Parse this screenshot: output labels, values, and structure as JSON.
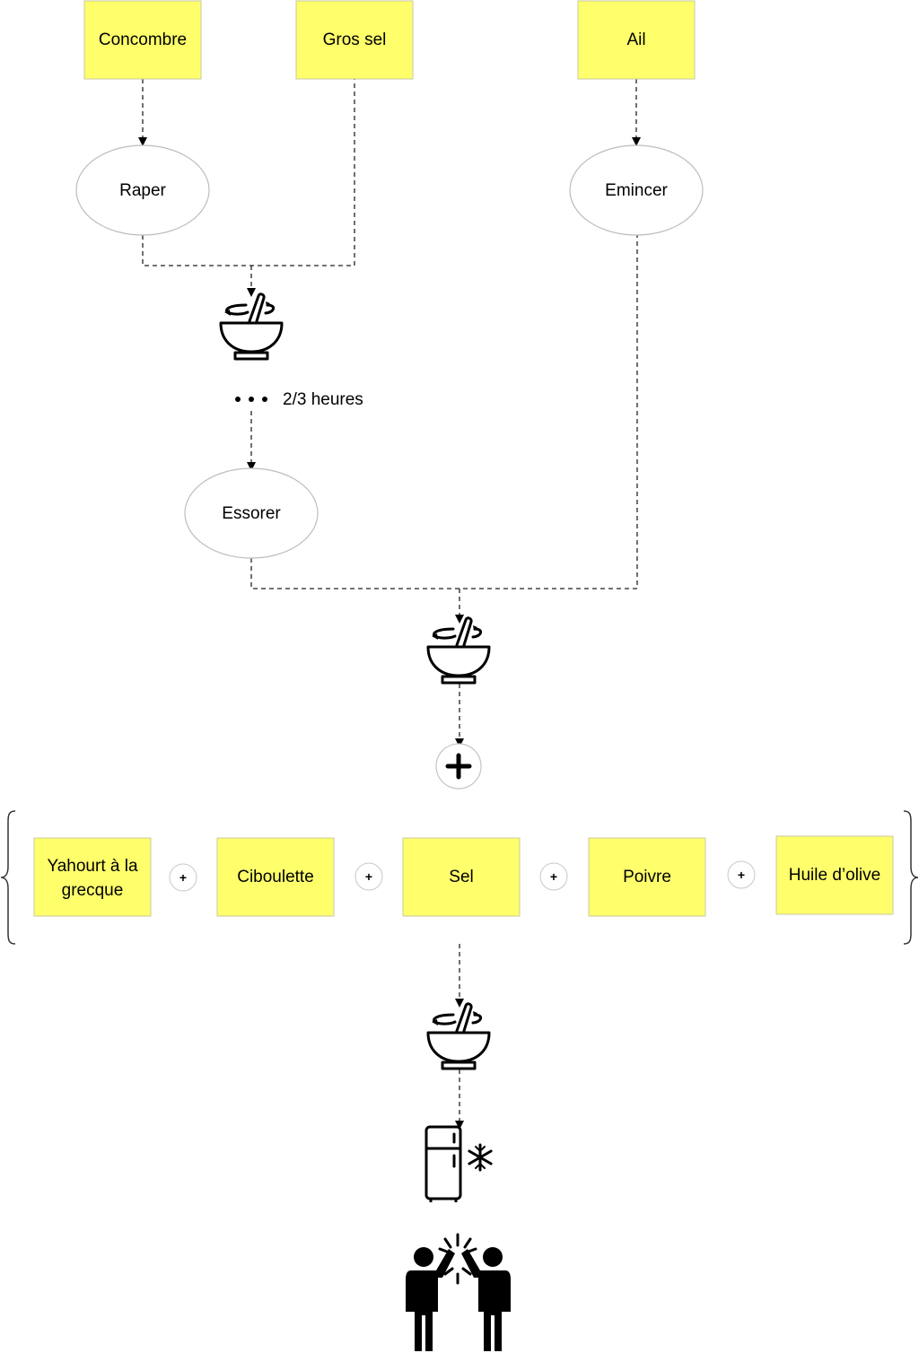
{
  "ingredients_top": {
    "cucumber": "Concombre",
    "coarse_salt": "Gros sel",
    "garlic": "Ail"
  },
  "steps": {
    "grate": "Raper",
    "slice": "Emincer",
    "wait": "2/3 heures",
    "squeeze": "Essorer"
  },
  "ingredients_bottom": {
    "yogurt_line1": "Yahourt à la",
    "yogurt_line2": "grecque",
    "chives": "Ciboulette",
    "salt": "Sel",
    "pepper": "Poivre",
    "olive_oil": "Huile d’olive",
    "plus_sign": "+"
  },
  "icons": {
    "mix_bowl": "mixing-bowl-icon",
    "add": "big-plus-icon",
    "fridge": "fridge-icon",
    "snowflake": "snowflake-icon",
    "high_five": "high-five-icon"
  },
  "colors": {
    "sticky": "#FFFF6B",
    "ellipse_stroke": "#bdbdbd"
  }
}
